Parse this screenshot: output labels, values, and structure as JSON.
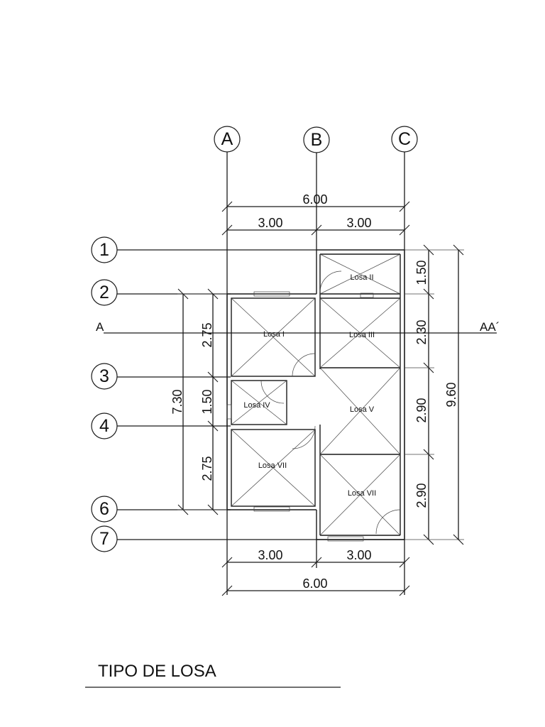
{
  "title": "TIPO DE LOSA",
  "axes": {
    "columns": [
      "A",
      "B",
      "C"
    ],
    "rows": [
      "1",
      "2",
      "3",
      "4",
      "6",
      "7"
    ]
  },
  "section": {
    "left": "A",
    "right": "AA´"
  },
  "dimensions": {
    "top_total": "6.00",
    "top_left": "3.00",
    "top_right": "3.00",
    "bottom_left": "3.00",
    "bottom_right": "3.00",
    "bottom_total": "6.00",
    "left_total": "7.30",
    "left_upper": "2.75",
    "left_mid": "1.50",
    "left_lower": "2.75",
    "right_1": "1.50",
    "right_2": "2.30",
    "right_3": "2.90",
    "right_4": "2.90",
    "right_total": "9.60"
  },
  "slabs": [
    "Losa I",
    "Losa II",
    "Losa III",
    "Losa IV",
    "Losa V",
    "Losa VII",
    "Losa VII"
  ]
}
